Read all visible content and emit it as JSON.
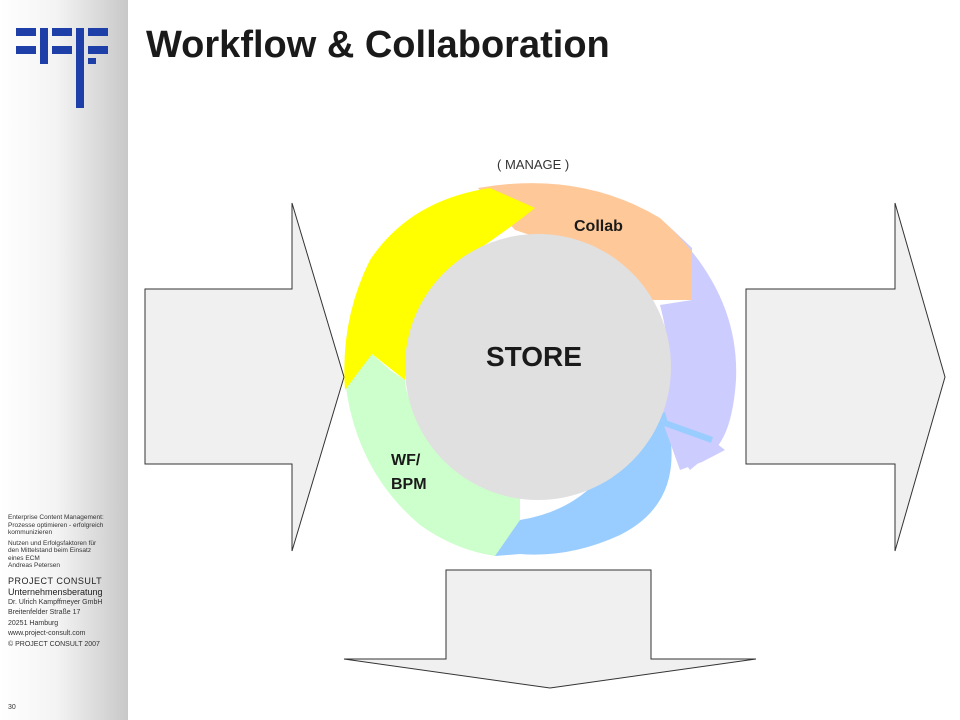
{
  "slide": {
    "title": "Workflow & Collaboration",
    "number": "30"
  },
  "logo": {
    "icon": "project-consult-logo-icon",
    "color": "#1f3fa8"
  },
  "sidebar": {
    "lines": [
      "Enterprise Content Management:",
      "Prozesse optimieren - erfolgreich",
      "kommunizieren",
      "Nutzen und Erfolgsfaktoren für",
      "den Mittelstand beim Einsatz",
      "eines ECM",
      "Andreas Petersen"
    ],
    "company": "PROJECT CONSULT",
    "company_sub": "Unternehmensberatung",
    "address": [
      "Dr. Ulrich Kampffmeyer GmbH",
      "Breitenfelder Straße 17",
      "20251 Hamburg",
      "www.project-consult.com",
      "© PROJECT CONSULT 2007"
    ]
  },
  "diagram": {
    "manage_label": "( MANAGE )",
    "center_label": "STORE",
    "segments": [
      {
        "name": "collab",
        "label": "Collab",
        "color": "#ffc898"
      },
      {
        "name": "right",
        "label": "",
        "color": "#ccccff"
      },
      {
        "name": "bottom",
        "label": "",
        "color": "#99ccff"
      },
      {
        "name": "wf-bpm",
        "label_line1": "WF/",
        "label_line2": "BPM",
        "color": "#ccffcc"
      },
      {
        "name": "top-left",
        "label": "",
        "color": "#ffff00"
      }
    ],
    "center_color": "#e0e0e0",
    "arrow_fill": "#f0f0f0"
  }
}
